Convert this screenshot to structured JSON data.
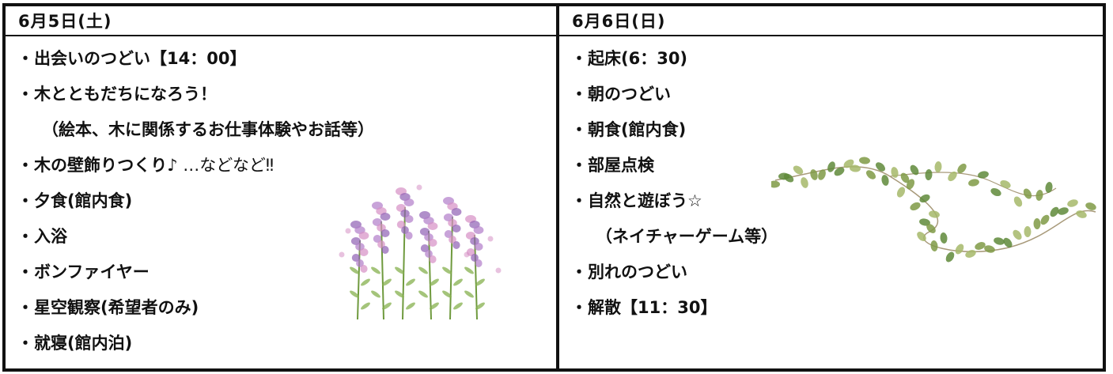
{
  "day1": {
    "header": "6月5日(土)",
    "items": [
      {
        "text": "出会いのつどい【14：00】"
      },
      {
        "text": "木とともだちになろう！"
      },
      {
        "text": "（絵本、木に関係するお仕事体験やお話等）",
        "sub": true
      },
      {
        "text": "木の壁飾りつくり♪",
        "note": " …などなど‼"
      },
      {
        "text": "夕食(館内食)"
      },
      {
        "text": "入浴"
      },
      {
        "text": "ボンファイヤー"
      },
      {
        "text": "星空観察(希望者のみ)"
      },
      {
        "text": "就寝(館内泊)"
      }
    ]
  },
  "day2": {
    "header": "6月6日(日)",
    "items": [
      {
        "text": "起床(6：30)"
      },
      {
        "text": "朝のつどい"
      },
      {
        "text": "朝食(館内食)"
      },
      {
        "text": "部屋点検"
      },
      {
        "text": "自然と遊ぼう☆"
      },
      {
        "text": "（ネイチャーゲーム等）",
        "sub": true
      },
      {
        "text": "別れのつどい"
      },
      {
        "text": "解散【11：30】"
      }
    ]
  },
  "bullet": "・",
  "illustrations": [
    {
      "name": "lavender-illustration",
      "colors": [
        "#8e5fb3",
        "#b07cc9",
        "#d58fc4",
        "#6f9a3e"
      ]
    },
    {
      "name": "vine-illustration",
      "colors": [
        "#7f9a45",
        "#5f8a3a",
        "#a6b86a",
        "#a89a7a"
      ]
    }
  ]
}
